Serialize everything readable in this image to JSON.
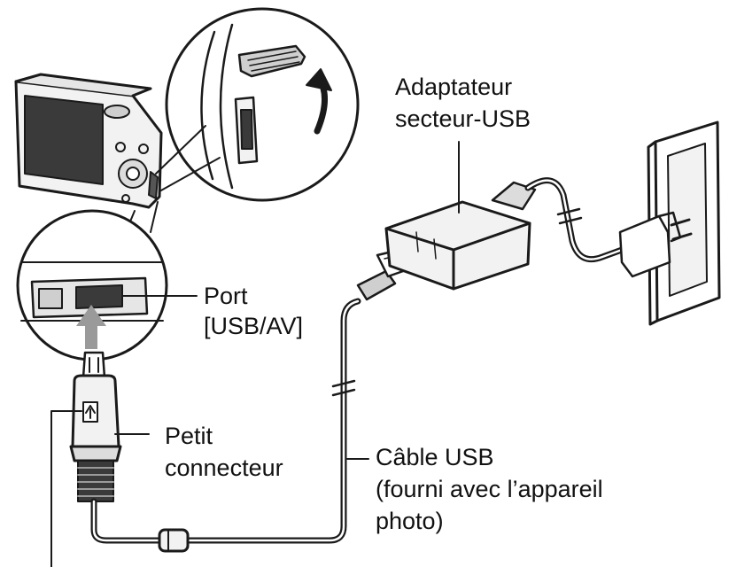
{
  "labels": {
    "adapter_line1": "Adaptateur",
    "adapter_line2": "secteur-USB",
    "port_line1": "Port",
    "port_line2": "[USB/AV]",
    "connector_line1": "Petit",
    "connector_line2": "connecteur",
    "cable_line1": "Câble USB",
    "cable_line2": "(fourni avec l’appareil",
    "cable_line3": "photo)"
  },
  "colors": {
    "line": "#1a1a1a",
    "fill_light": "#f2f2f2",
    "fill_mid": "#c8c8c8",
    "fill_dark": "#3a3a3a",
    "arrow": "#9a9a9a"
  }
}
